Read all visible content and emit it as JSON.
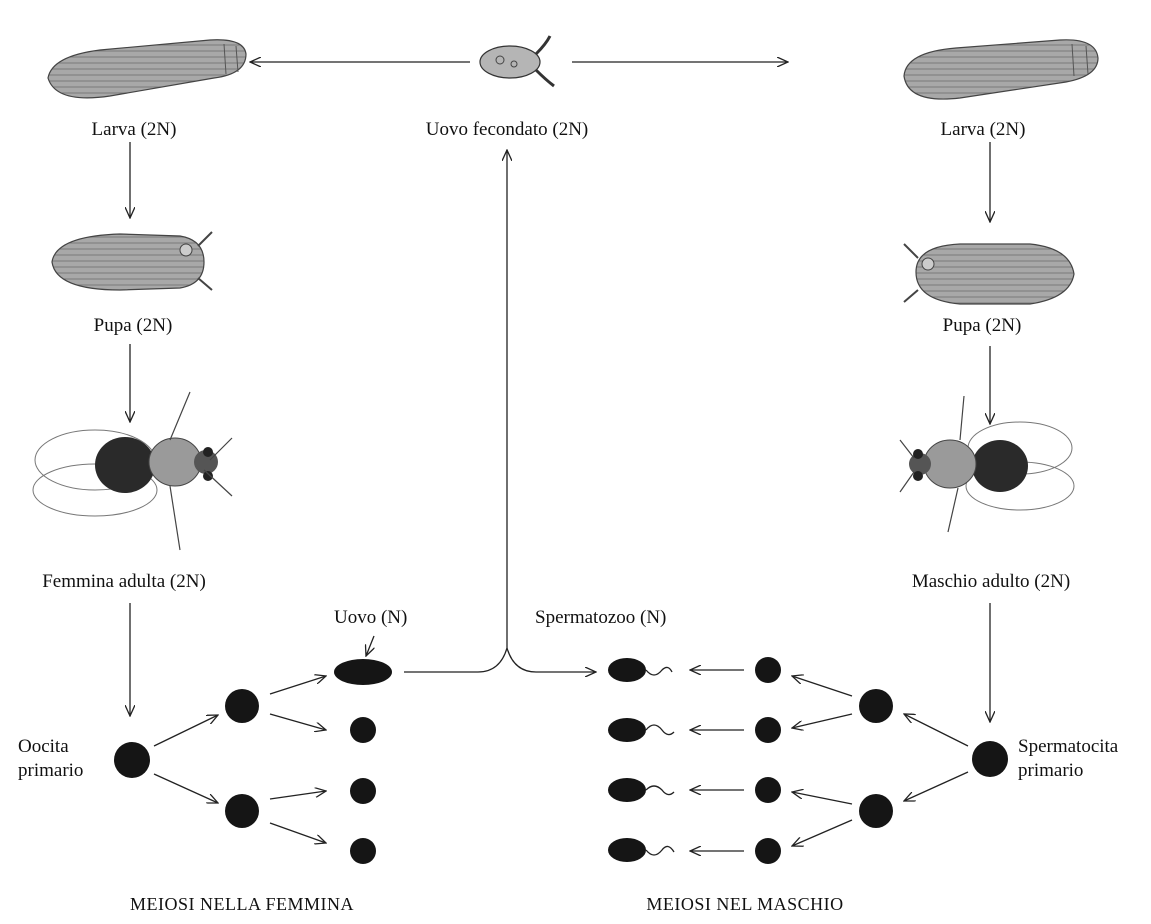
{
  "labels": {
    "egg_fertilized": "Uovo fecondato (2N)",
    "larva_left": "Larva (2N)",
    "larva_right": "Larva (2N)",
    "pupa_left": "Pupa (2N)",
    "pupa_right": "Pupa (2N)",
    "female_adult": "Femmina adulta (2N)",
    "male_adult": "Maschio adulto (2N)",
    "egg": "Uovo (N)",
    "sperm": "Spermatozoo (N)",
    "oocyte_line1": "Oocita",
    "oocyte_line2": "primario",
    "spermatocyte_line1": "Spermatocita",
    "spermatocyte_line2": "primario",
    "meiosis_female": "MEIOSI NELLA FEMMINA",
    "meiosis_male": "MEIOSI NEL MASCHIO"
  },
  "colors": {
    "ink": "#111111",
    "cell": "#151515",
    "body": "#9a9a9a",
    "dark_body": "#2a2a2a"
  },
  "icons": [
    "larva-illustration",
    "pupa-illustration",
    "fly-illustration",
    "egg-illustration"
  ]
}
